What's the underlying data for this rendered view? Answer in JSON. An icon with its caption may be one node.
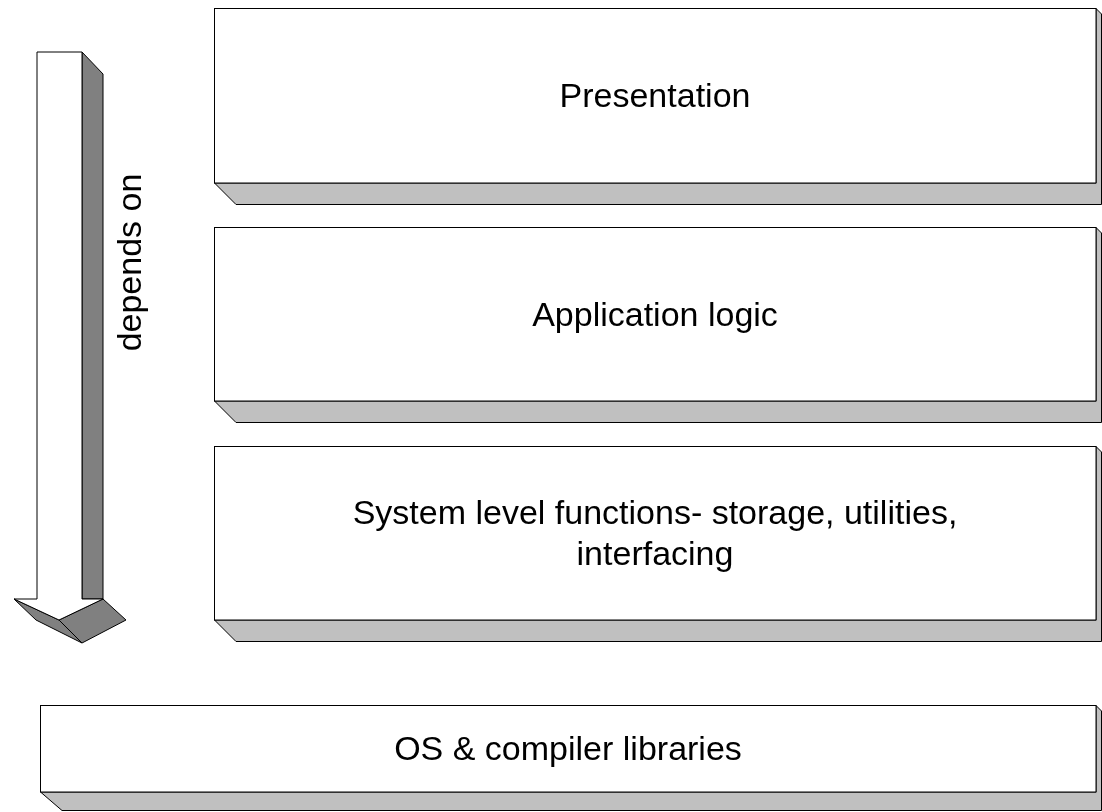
{
  "diagram": {
    "nodes": [
      {
        "text": [
          "Presentation"
        ]
      },
      {
        "text": [
          "Application logic"
        ]
      },
      {
        "text": [
          "System level functions- storage, utilities, interfacing"
        ]
      },
      {
        "text": [
          "OS & compiler libraries"
        ]
      }
    ],
    "labels": [
      "depends on"
    ]
  }
}
